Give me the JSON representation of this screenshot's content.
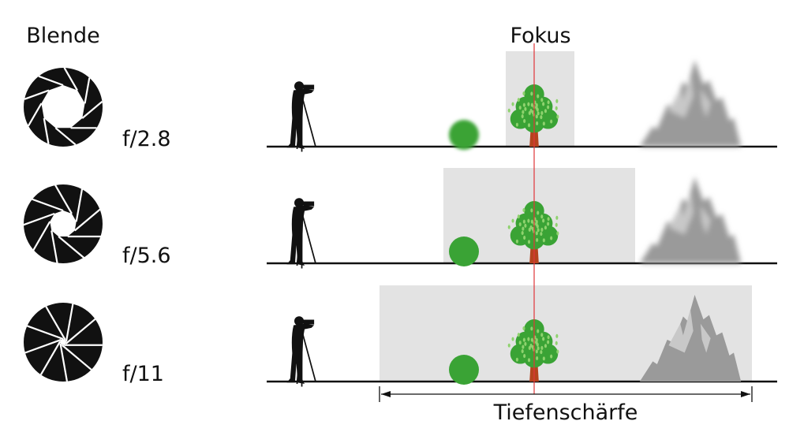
{
  "header": {
    "aperture_title": "Blende",
    "focus_title": "Fokus"
  },
  "rows": [
    {
      "f_label": "f/2.8",
      "aperture_opening": 0.56,
      "dof_blurred_bush": true,
      "dof_blurred_mountain": true
    },
    {
      "f_label": "f/5.6",
      "aperture_opening": 0.34,
      "dof_blurred_bush": false,
      "dof_blurred_mountain": true
    },
    {
      "f_label": "f/11",
      "aperture_opening": 0.08,
      "dof_blurred_bush": false,
      "dof_blurred_mountain": false
    }
  ],
  "footer": {
    "dof_label": "Tiefenschärfe"
  },
  "colors": {
    "dof_zone": "#e3e3e3",
    "focus_line": "#e0363a",
    "tree_green": "#3aa335",
    "trunk": "#b5431e",
    "mountain": "#9a9a9a",
    "ink": "#111111"
  }
}
